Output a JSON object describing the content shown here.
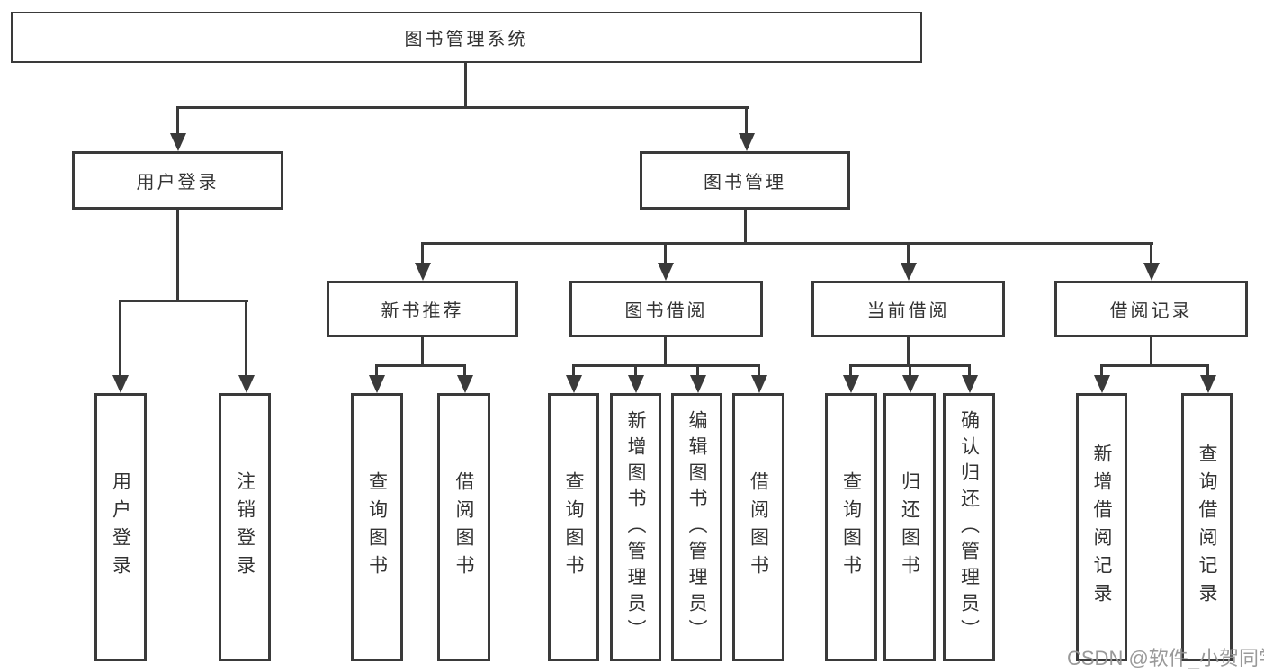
{
  "diagram": {
    "root": {
      "label": "图书管理系统"
    },
    "level2": [
      {
        "label": "用户登录"
      },
      {
        "label": "图书管理"
      }
    ],
    "level3": [
      {
        "label": "新书推荐"
      },
      {
        "label": "图书借阅"
      },
      {
        "label": "当前借阅"
      },
      {
        "label": "借阅记录"
      }
    ],
    "leaves": {
      "user_login": [
        {
          "label": "用户登录"
        },
        {
          "label": "注销登录"
        }
      ],
      "new_book_recommend": [
        {
          "label": "查询图书"
        },
        {
          "label": "借阅图书"
        }
      ],
      "book_borrow": [
        {
          "label": "查询图书"
        },
        {
          "label": "新增图书（管理员）"
        },
        {
          "label": "编辑图书（管理员）"
        },
        {
          "label": "借阅图书"
        }
      ],
      "current_borrow": [
        {
          "label": "查询图书"
        },
        {
          "label": "归还图书"
        },
        {
          "label": "确认归还（管理员）"
        }
      ],
      "borrow_records": [
        {
          "label": "新增借阅记录"
        },
        {
          "label": "查询借阅记录"
        }
      ]
    },
    "watermark": "CSDN @软件_小贺同学",
    "colors": {
      "line": "#3a3a3a",
      "text": "#333333",
      "watermark": "#949494",
      "background": "#ffffff"
    }
  }
}
